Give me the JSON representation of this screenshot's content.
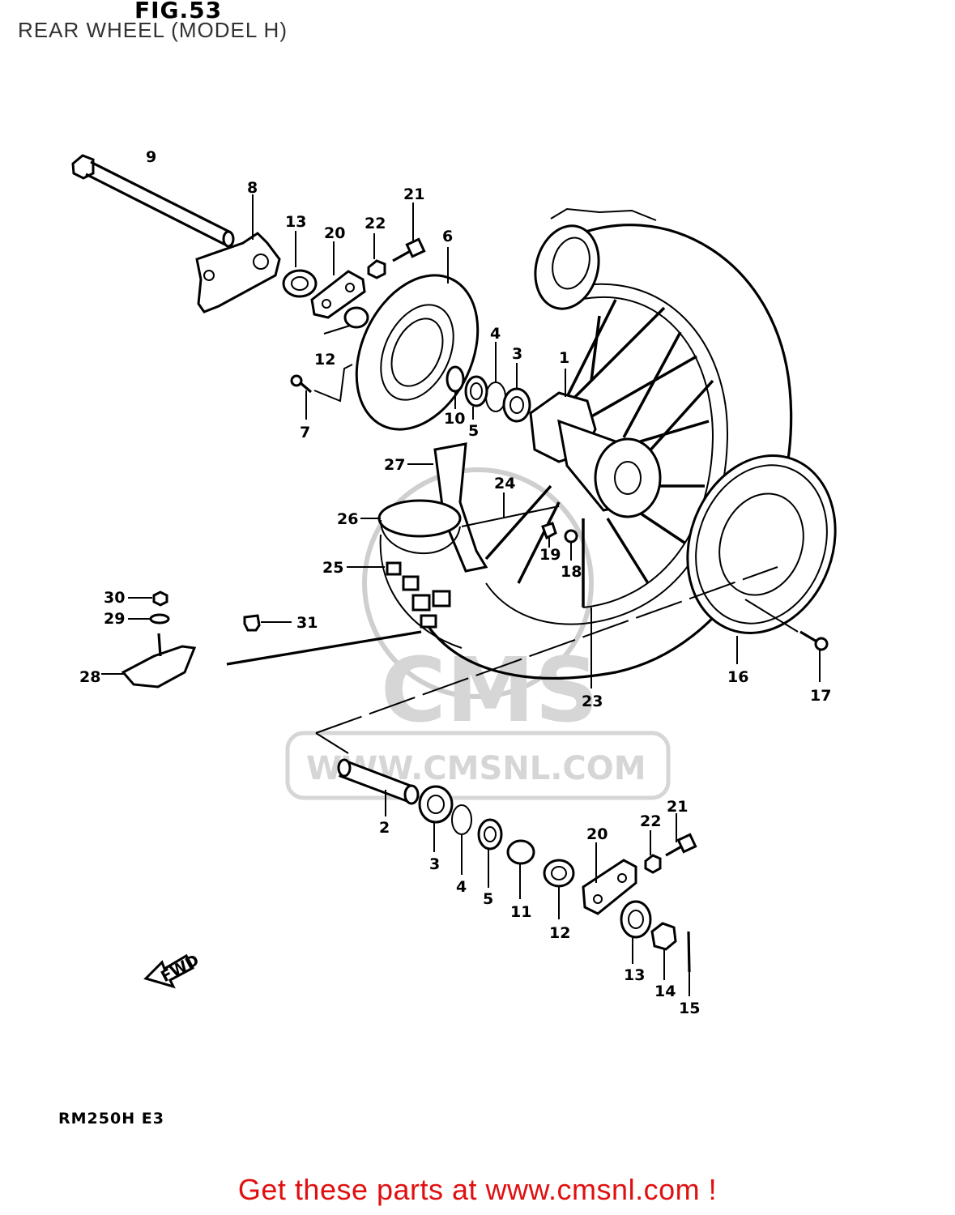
{
  "figure": {
    "title": "FIG.53",
    "subtitle": "REAR WHEEL (MODEL H)",
    "model_code": "RM250H  E3",
    "fwd_label": "FWD"
  },
  "watermark": {
    "brand": "CMS",
    "site": "WWW.CMSNL.COM"
  },
  "footer": {
    "text": "Get these parts at www.cmsnl.com !",
    "color": "#e01010"
  },
  "callouts": {
    "c1": "1",
    "c2": "2",
    "c3a": "3",
    "c3b": "3",
    "c4a": "4",
    "c4b": "4",
    "c5a": "5",
    "c5b": "5",
    "c6": "6",
    "c7": "7",
    "c8": "8",
    "c9": "9",
    "c10": "10",
    "c11": "11",
    "c12a": "12",
    "c12b": "12",
    "c13a": "13",
    "c13b": "13",
    "c14": "14",
    "c15": "15",
    "c16": "16",
    "c17": "17",
    "c18": "18",
    "c19": "19",
    "c20a": "20",
    "c20b": "20",
    "c21a": "21",
    "c21b": "21",
    "c22a": "22",
    "c22b": "22",
    "c23": "23",
    "c24": "24",
    "c25": "25",
    "c26": "26",
    "c27": "27",
    "c28": "28",
    "c29": "29",
    "c30": "30",
    "c31": "31"
  }
}
